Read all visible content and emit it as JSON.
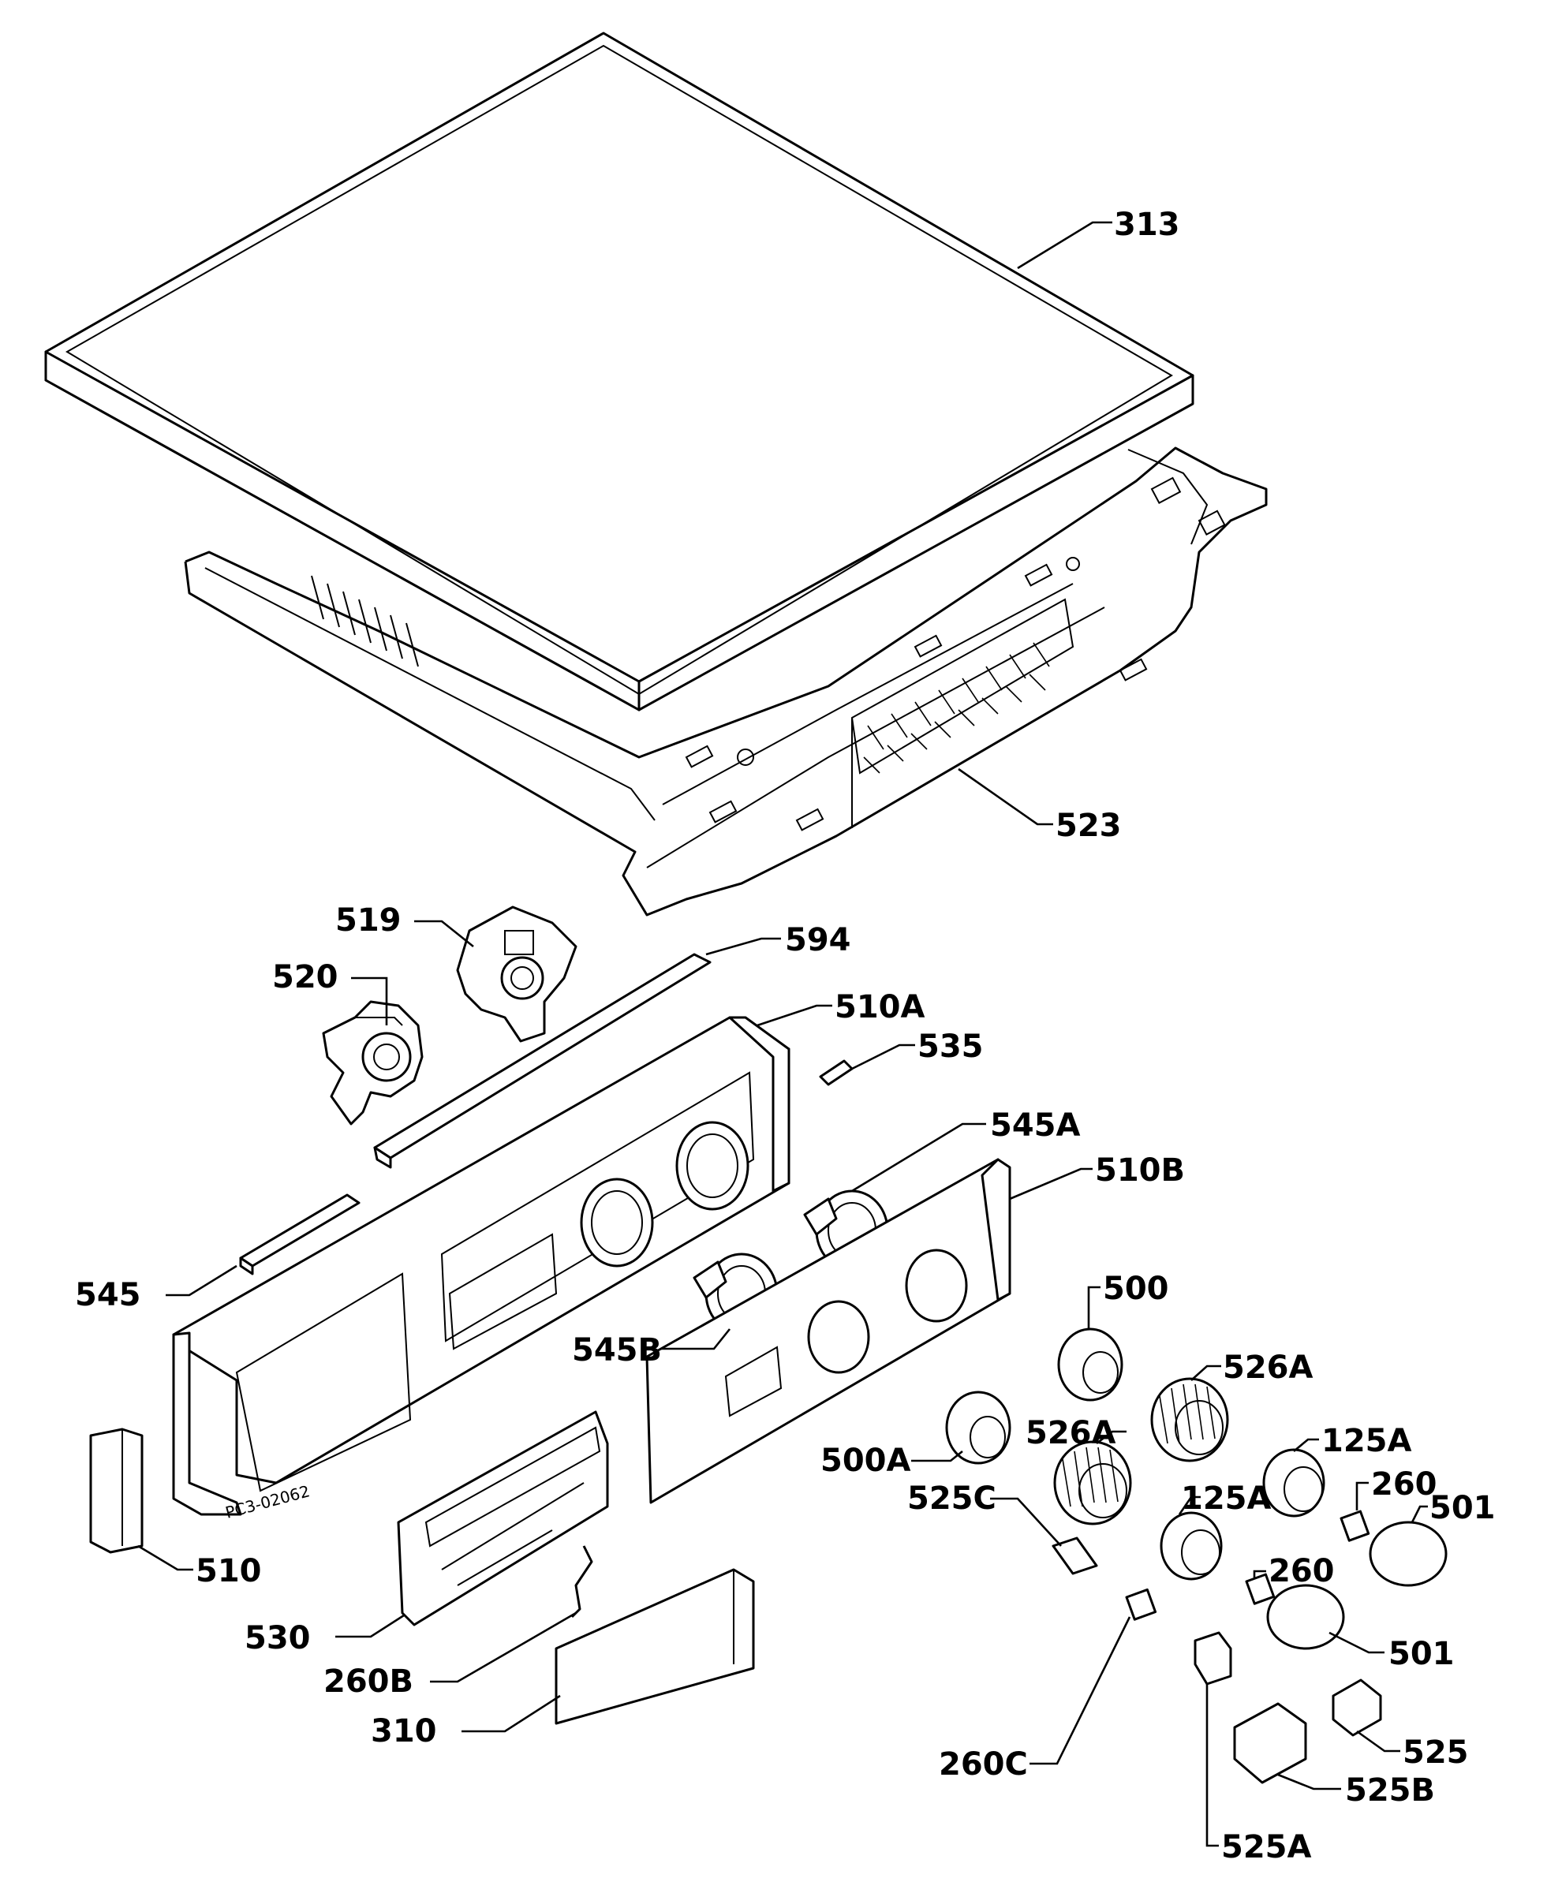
{
  "stamp": "PC3-02062",
  "callouts": [
    {
      "id": "313",
      "label": "313"
    },
    {
      "id": "523",
      "label": "523"
    },
    {
      "id": "519",
      "label": "519"
    },
    {
      "id": "594",
      "label": "594"
    },
    {
      "id": "520",
      "label": "520"
    },
    {
      "id": "510A",
      "label": "510A"
    },
    {
      "id": "535",
      "label": "535"
    },
    {
      "id": "545A",
      "label": "545A"
    },
    {
      "id": "510B",
      "label": "510B"
    },
    {
      "id": "545",
      "label": "545"
    },
    {
      "id": "500",
      "label": "500"
    },
    {
      "id": "545B",
      "label": "545B"
    },
    {
      "id": "526A_a",
      "label": "526A"
    },
    {
      "id": "125A_a",
      "label": "125A"
    },
    {
      "id": "500A",
      "label": "500A"
    },
    {
      "id": "526A_b",
      "label": "526A"
    },
    {
      "id": "260_a",
      "label": "260"
    },
    {
      "id": "501_a",
      "label": "501"
    },
    {
      "id": "525C",
      "label": "525C"
    },
    {
      "id": "125A_b",
      "label": "125A"
    },
    {
      "id": "510",
      "label": "510"
    },
    {
      "id": "260_b",
      "label": "260"
    },
    {
      "id": "501_b",
      "label": "501"
    },
    {
      "id": "530",
      "label": "530"
    },
    {
      "id": "260B",
      "label": "260B"
    },
    {
      "id": "310",
      "label": "310"
    },
    {
      "id": "525",
      "label": "525"
    },
    {
      "id": "260C",
      "label": "260C"
    },
    {
      "id": "525B",
      "label": "525B"
    },
    {
      "id": "525A",
      "label": "525A"
    }
  ]
}
